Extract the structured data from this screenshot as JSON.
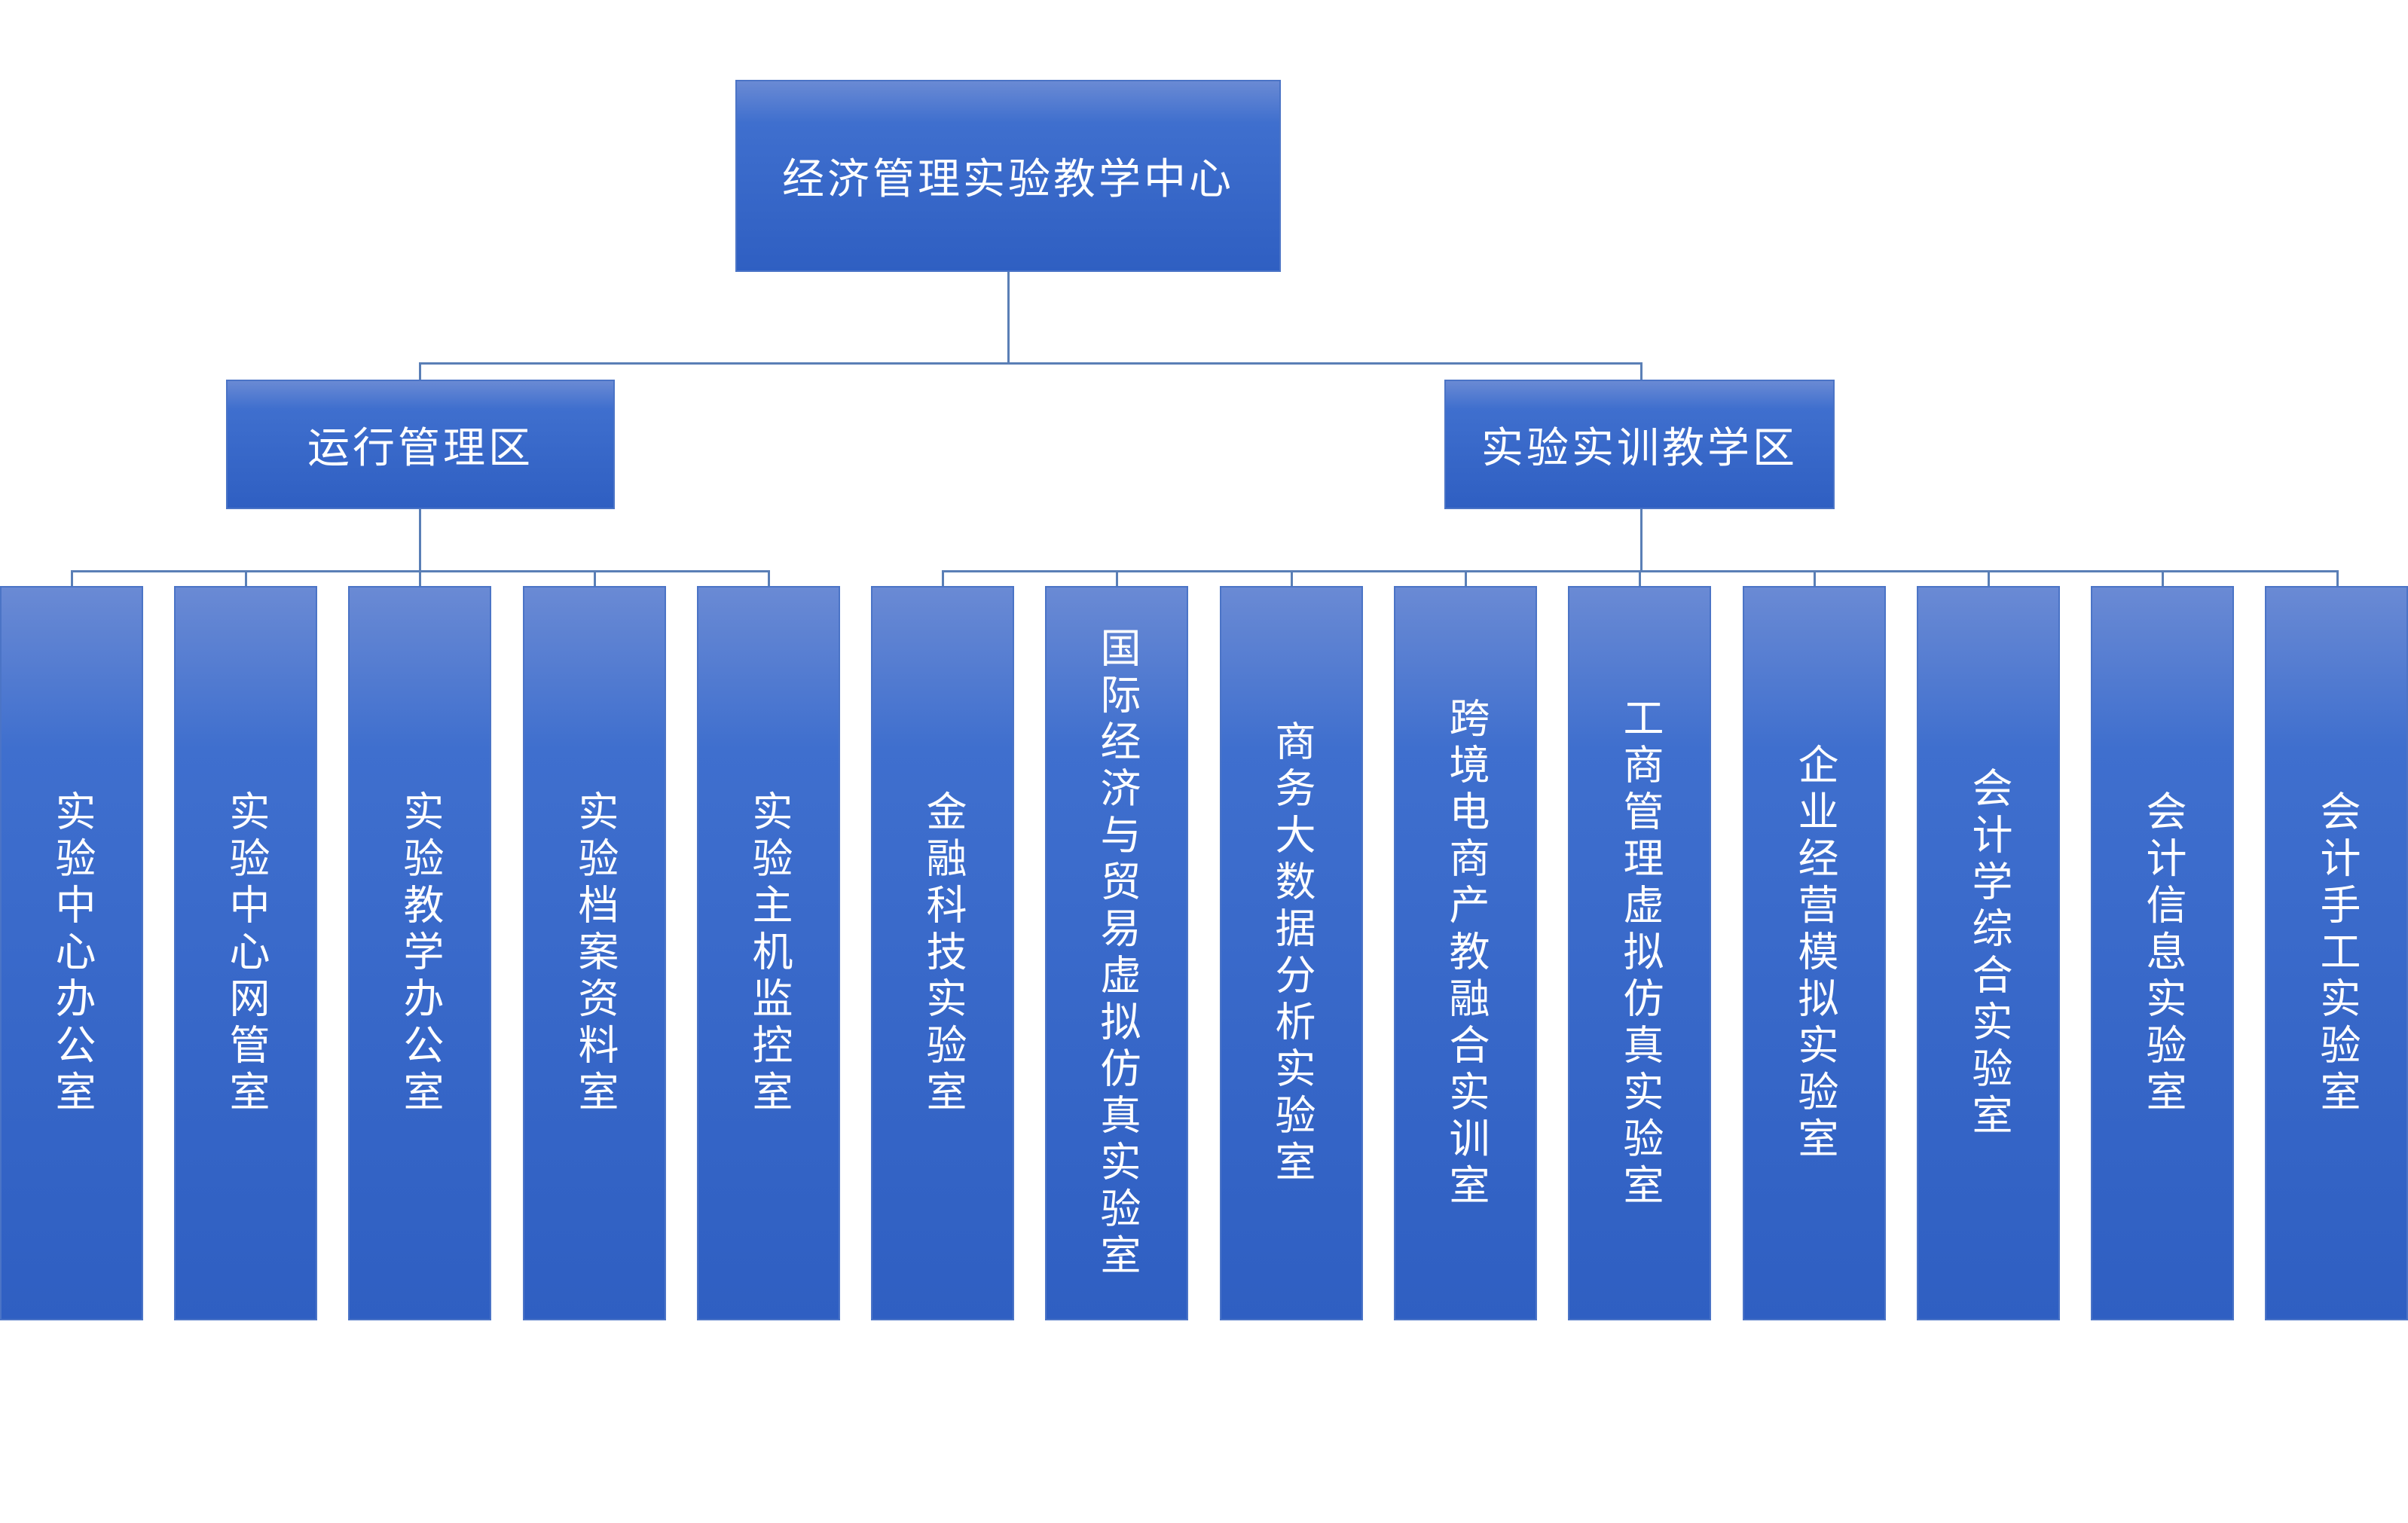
{
  "root": {
    "label": "经济管理实验教学中心"
  },
  "branches": [
    {
      "label": "运行管理区",
      "children": [
        "实验中心办公室",
        "实验中心网管室",
        "实验教学办公室",
        "实验档案资料室",
        "实验主机监控室"
      ]
    },
    {
      "label": "实验实训教学区",
      "children": [
        "金融科技实验室",
        "国际经济与贸易虚拟仿真实验室",
        "商务大数据分析实验室",
        "跨境电商产教融合实训室",
        "工商管理虚拟仿真实验室",
        "企业经营模拟实验室",
        "会计学综合实验室",
        "会计信息实验室",
        "会计手工实验室"
      ]
    }
  ],
  "colors": {
    "box_top": "#6a8ad4",
    "box_bottom": "#2f5fc2",
    "connector": "#5a7fb6",
    "text": "#ffffff",
    "background": "#ffffff"
  }
}
